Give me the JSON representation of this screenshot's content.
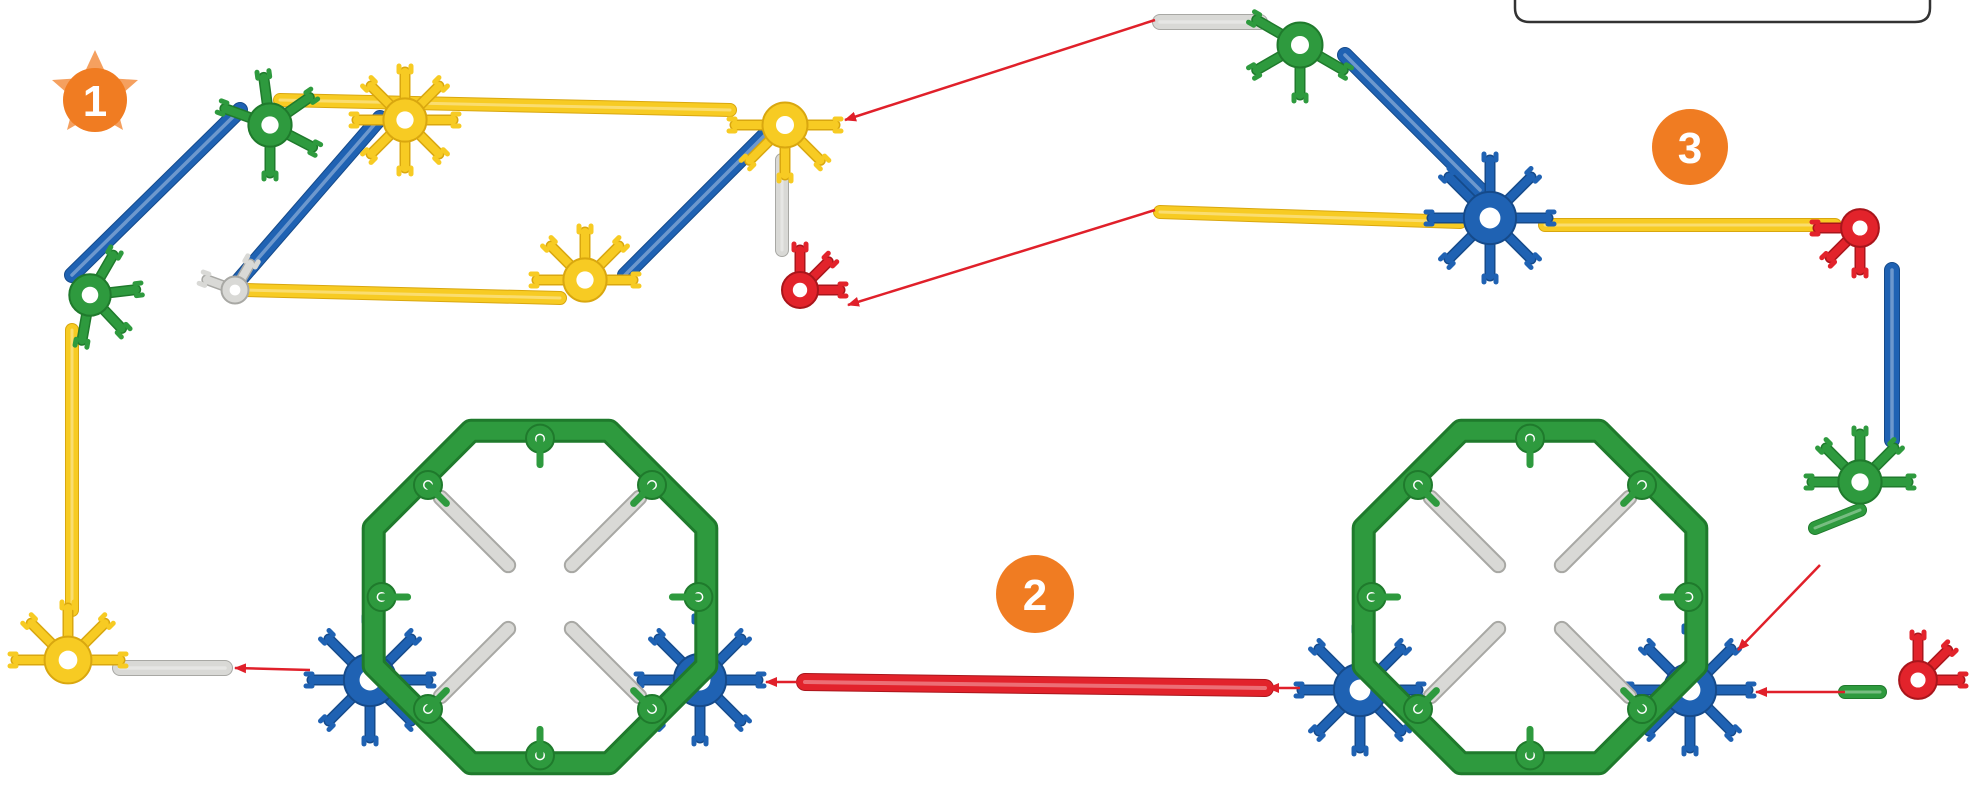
{
  "steps": [
    {
      "number": "1",
      "style": "star"
    },
    {
      "number": "2",
      "style": "circle"
    },
    {
      "number": "3",
      "style": "circle"
    }
  ],
  "colors": {
    "green": "#2e9a3e",
    "green_dark": "#1f7a2c",
    "blue": "#1f62b3",
    "yellow": "#f7cb23",
    "yellow_dark": "#d9a70f",
    "red": "#e2232b",
    "gray": "#d9d9d6",
    "gray_dark": "#a8a8a4",
    "arrow": "#e0202a",
    "badge": "#f07c22",
    "badge_star": "#f5a05f"
  }
}
